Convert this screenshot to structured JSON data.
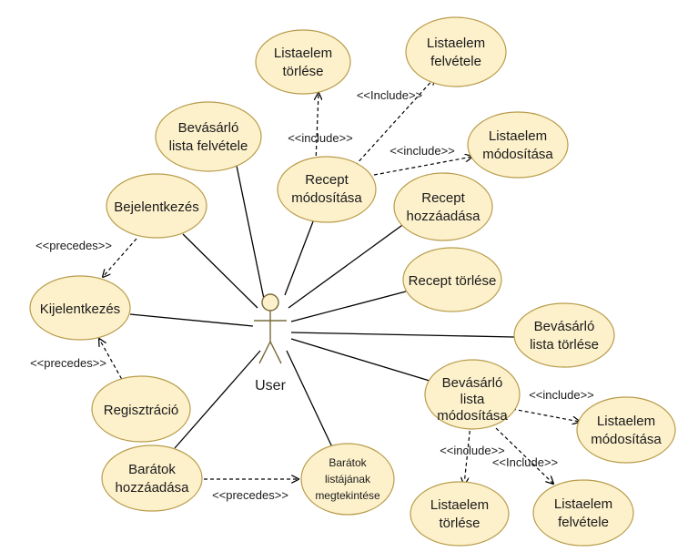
{
  "actor": {
    "name": "User"
  },
  "use_cases": {
    "listaelem_torlese_top": [
      "Listaelem",
      "törlése"
    ],
    "listaelem_felvetele_top": [
      "Listaelem",
      "felvétele"
    ],
    "bevasarlo_lista_felvetele": [
      "Bevásárló",
      "lista felvétele"
    ],
    "recept_modositasa": [
      "Recept",
      "módosítása"
    ],
    "listaelem_modositasa_top": [
      "Listaelem",
      "módosítása"
    ],
    "bejelentkezes": [
      "Bejelentkezés"
    ],
    "recept_hozzaadasa": [
      "Recept",
      "hozzáadása"
    ],
    "kijelentkezes": [
      "Kijelentkezés"
    ],
    "recept_torlese": [
      "Recept törlése"
    ],
    "bevasarlo_lista_torlese": [
      "Bevásárló",
      "lista törlése"
    ],
    "regisztracio": [
      "Regisztráció"
    ],
    "bevasarlo_lista_modositasa": [
      "Bevásárló",
      "lista",
      "módosítása"
    ],
    "listaelem_modositasa_bottom": [
      "Listaelem",
      "módosítása"
    ],
    "baratok_hozzaadasa": [
      "Barátok",
      "hozzáadása"
    ],
    "baratok_listajanak_megtekintese": [
      "Barátok",
      "listájának",
      "megtekintése"
    ],
    "listaelem_torlese_bottom": [
      "Listaelem",
      "törlése"
    ],
    "listaelem_felvetele_bottom": [
      "Listaelem",
      "felvétele"
    ]
  },
  "stereotypes": {
    "include_upper": "<<Include>>",
    "include_lower": "<<include>>",
    "precedes": "<<precedes>>"
  },
  "relationships": [
    {
      "from": "recept_modositasa",
      "to": "listaelem_torlese_top",
      "label": "<<include>>"
    },
    {
      "from": "recept_modositasa",
      "to": "listaelem_felvetele_top",
      "label": "<<Include>>"
    },
    {
      "from": "recept_modositasa",
      "to": "listaelem_modositasa_top",
      "label": "<<include>>"
    },
    {
      "from": "bejelentkezes",
      "to": "kijelentkezes",
      "label": "<<precedes>>"
    },
    {
      "from": "regisztracio",
      "to": "kijelentkezes",
      "label": "<<precedes>>"
    },
    {
      "from": "bevasarlo_lista_modositasa",
      "to": "listaelem_modositasa_bottom",
      "label": "<<include>>"
    },
    {
      "from": "bevasarlo_lista_modositasa",
      "to": "listaelem_torlese_bottom",
      "label": "<<include>>"
    },
    {
      "from": "bevasarlo_lista_modositasa",
      "to": "listaelem_felvetele_bottom",
      "label": "<<Include>>"
    },
    {
      "from": "baratok_hozzaadasa",
      "to": "baratok_listajanak_megtekintese",
      "label": "<<precedes>>"
    }
  ],
  "colors": {
    "use_case_fill": "#fdf1cc",
    "use_case_stroke": "#b89c4a",
    "line": "#000000"
  }
}
